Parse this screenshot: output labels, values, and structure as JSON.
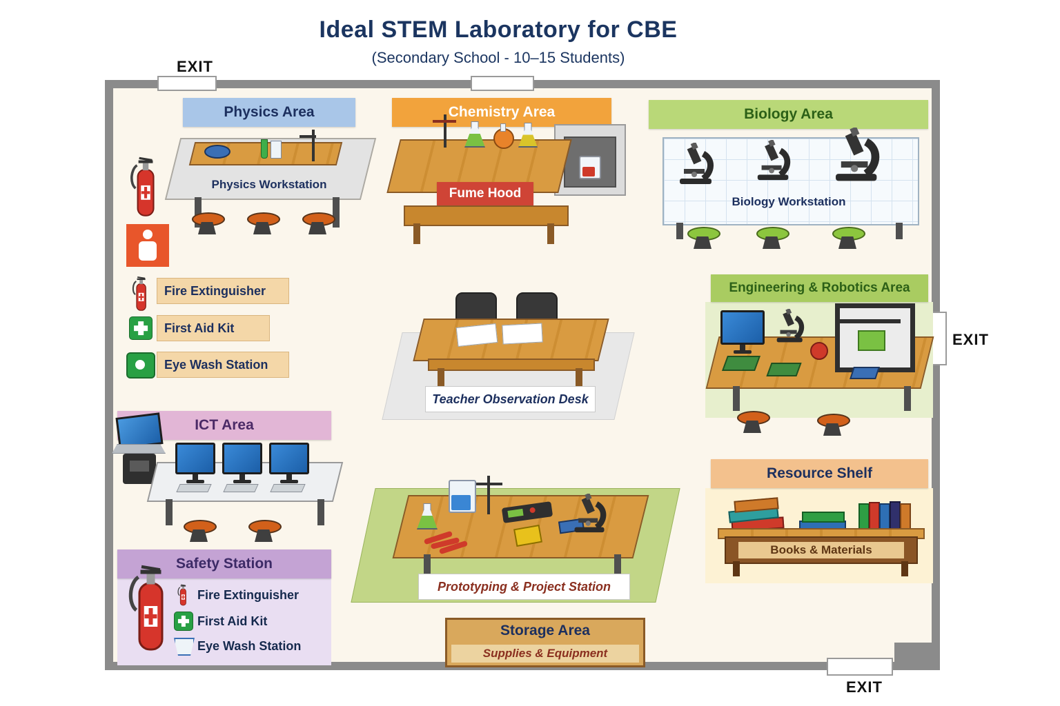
{
  "title": "Ideal STEM Laboratory for CBE",
  "subtitle": "(Secondary School - 10–15 Students)",
  "exit_label": "EXIT",
  "areas": {
    "physics": {
      "title": "Physics Area",
      "workstation_label": "Physics Workstation"
    },
    "chemistry": {
      "title": "Chemistry Area",
      "fume_hood_label": "Fume Hood"
    },
    "biology": {
      "title": "Biology Area",
      "workstation_label": "Biology Workstation"
    },
    "engineering": {
      "title": "Engineering & Robotics Area"
    },
    "resource_shelf": {
      "title": "Resource Shelf",
      "caption": "Books & Materials"
    },
    "ict": {
      "title": "ICT Area"
    },
    "safety_station": {
      "title": "Safety Station",
      "items": [
        "Fire Extinguisher",
        "First Aid Kit",
        "Eye Wash Station"
      ]
    },
    "teacher_desk": {
      "label": "Teacher Observation Desk"
    },
    "prototyping": {
      "label": "Prototyping & Project Station"
    },
    "storage": {
      "title": "Storage Area",
      "caption": "Supplies & Equipment"
    }
  },
  "wall_safety_labels": [
    "Fire Extinguisher",
    "First Aid Kit",
    "Eye Wash Station"
  ],
  "colors": {
    "title_text": "#1b3560",
    "physics_banner": "#a9c6e8",
    "chemistry_banner": "#f2a33c",
    "biology_banner": "#b9d878",
    "engineering_banner": "#a9cc61",
    "resource_banner": "#f3c18d",
    "ict_banner": "#e2b6d6",
    "safety_banner": "#c4a3d4",
    "fume_hood_label": "#cf4436",
    "wall": "#8b8b8b",
    "floor": "#fbf6ec",
    "stool_orange": "#d2601a",
    "stool_green": "#8cc63e"
  }
}
